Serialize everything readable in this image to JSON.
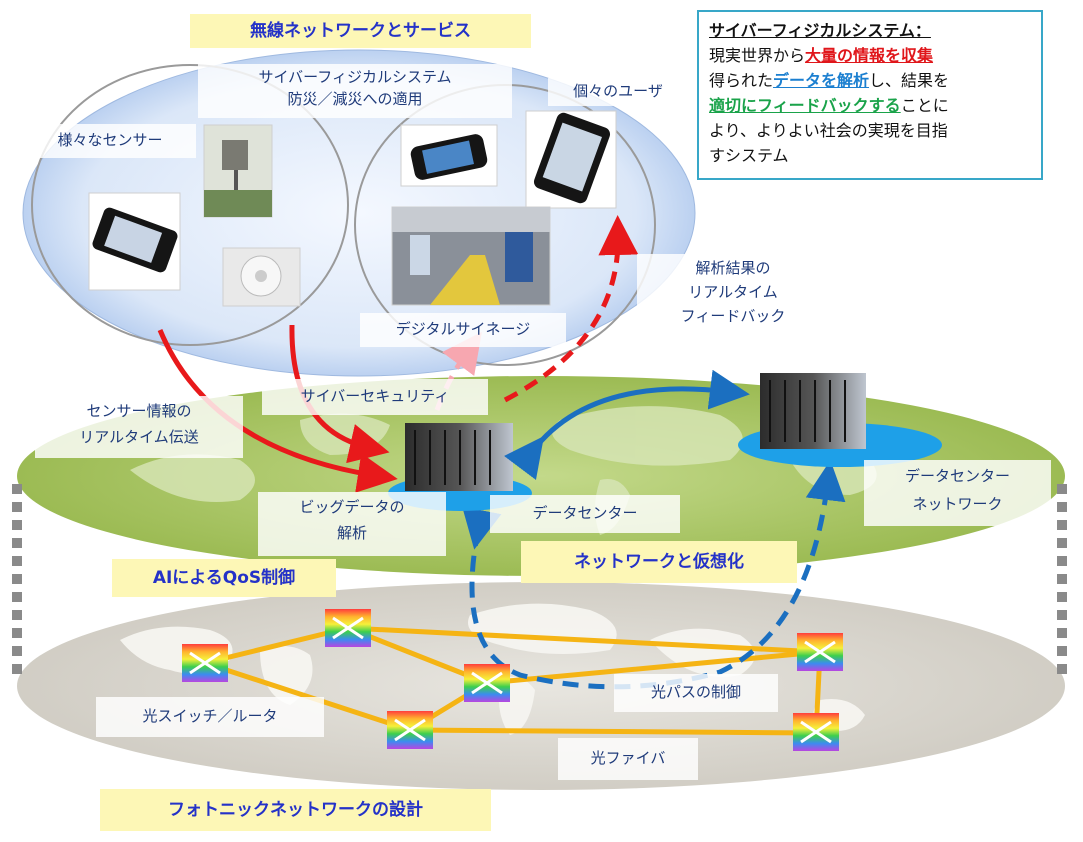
{
  "headings": {
    "wireless": "無線ネットワークとサービス",
    "ai_qos": "AIによるQoS制御",
    "network_virtualization": "ネットワークと仮想化",
    "photonic_design": "フォトニックネットワークの設計"
  },
  "infobox": {
    "title": "サイバーフィジカルシステム：",
    "line2_pre": "現実世界から",
    "line2_hl": "大量の情報を収集",
    "line3_pre": "得られた",
    "line3_hl1": "データを解析",
    "line3_post": "し、結果を",
    "line4_hl": "適切にフィードバックする",
    "line4_post": "ことに",
    "line5": "より、よりよい社会の実現を目指",
    "line6": "すシステム"
  },
  "labels": {
    "cps_disaster_1": "サイバーフィジカルシステム",
    "cps_disaster_2": "防災／減災への適用",
    "individual_users": "個々のユーザ",
    "various_sensors": "様々なセンサー",
    "digital_signage": "デジタルサイネージ",
    "feedback_1": "解析結果の",
    "feedback_2": "リアルタイム",
    "feedback_3": "フィードバック",
    "cyber_security": "サイバーセキュリティ",
    "sensor_tx_1": "センサー情報の",
    "sensor_tx_2": "リアルタイム伝送",
    "bigdata_1": "ビッグデータの",
    "bigdata_2": "解析",
    "datacenter": "データセンター",
    "dc_network_1": "データセンター",
    "dc_network_2": "ネットワーク",
    "optical_switch": "光スイッチ／ルータ",
    "optical_path_control": "光パスの制御",
    "optical_fiber": "光ファイバ"
  },
  "colors": {
    "heading_bg": "#fdf7b6",
    "heading_text": "#2432c8",
    "sensor_arrow": "#e8191b",
    "feedback_arrow": "#e8191b",
    "datacenter_link": "#1b6fc0",
    "fiber": "#f5b414",
    "upper_ellipse": "#c8dcf4",
    "middle_ellipse": "#a9c664",
    "lower_ellipse": "#d9d6cf",
    "infobox_border": "#38a7c8"
  }
}
